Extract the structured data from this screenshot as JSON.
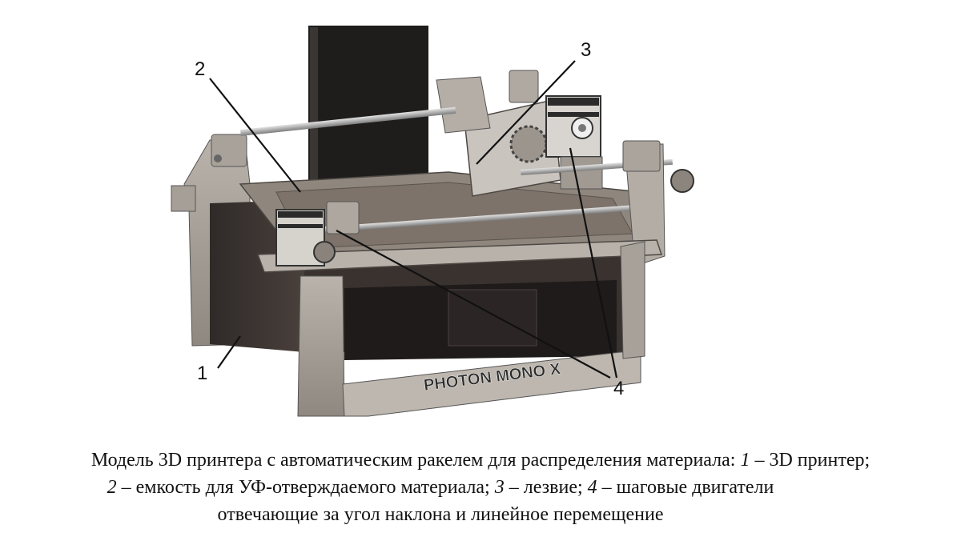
{
  "figure": {
    "callouts": [
      {
        "num": "1",
        "title": "3D принтер"
      },
      {
        "num": "2",
        "title": "емкость для УФ-отверждаемого материала"
      },
      {
        "num": "3",
        "title": "лезвие"
      },
      {
        "num": "4",
        "title": "шаговые двигатели"
      }
    ],
    "brand_text": "PHOTON MONO X"
  },
  "caption": {
    "line1_a": "Модель 3D принтера с автоматическим ракелем для распределения материала: ",
    "n1": "1",
    "line1_b": " – 3D принтер;",
    "n2": "2",
    "line2_a": " – емкость для УФ-отверждаемого материала; ",
    "n3": "3",
    "line2_b": " – лезвие; ",
    "n4": "4",
    "line2_c": " – шаговые двигатели",
    "line3": "отвечающие за угол наклона и линейное перемещение"
  }
}
